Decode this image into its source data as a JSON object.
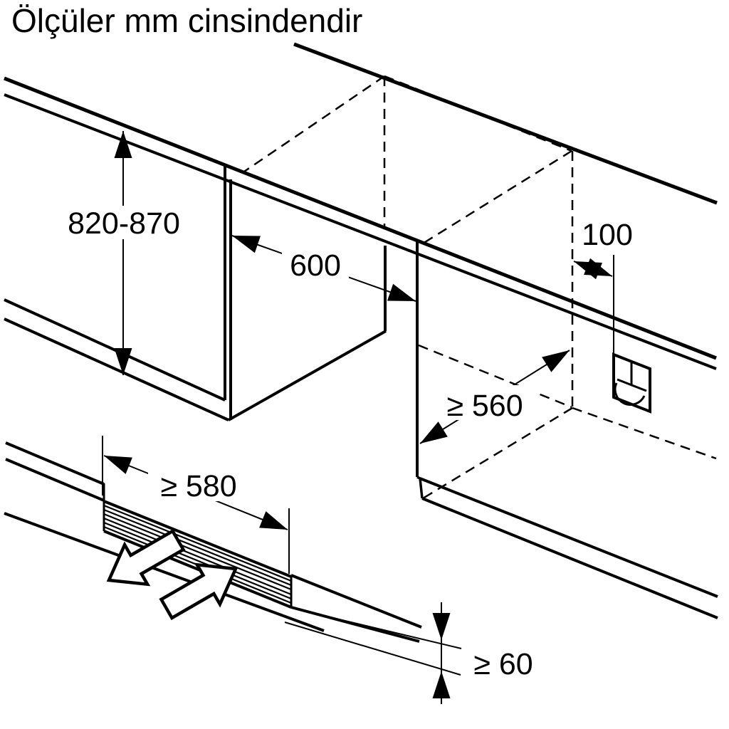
{
  "title": "Ölçüler mm cinsindendir",
  "dimensions": {
    "niche_height": "820-870",
    "niche_width": "600",
    "socket_offset": "100",
    "niche_depth": "≥ 560",
    "vent_width": "≥ 580",
    "plinth_clearance": "≥ 60"
  },
  "icons": {
    "socket": "power-socket-icon",
    "airflow_out": "airflow-out-arrow",
    "airflow_in": "airflow-in-arrow"
  },
  "colors": {
    "line": "#000000",
    "background": "#ffffff"
  }
}
